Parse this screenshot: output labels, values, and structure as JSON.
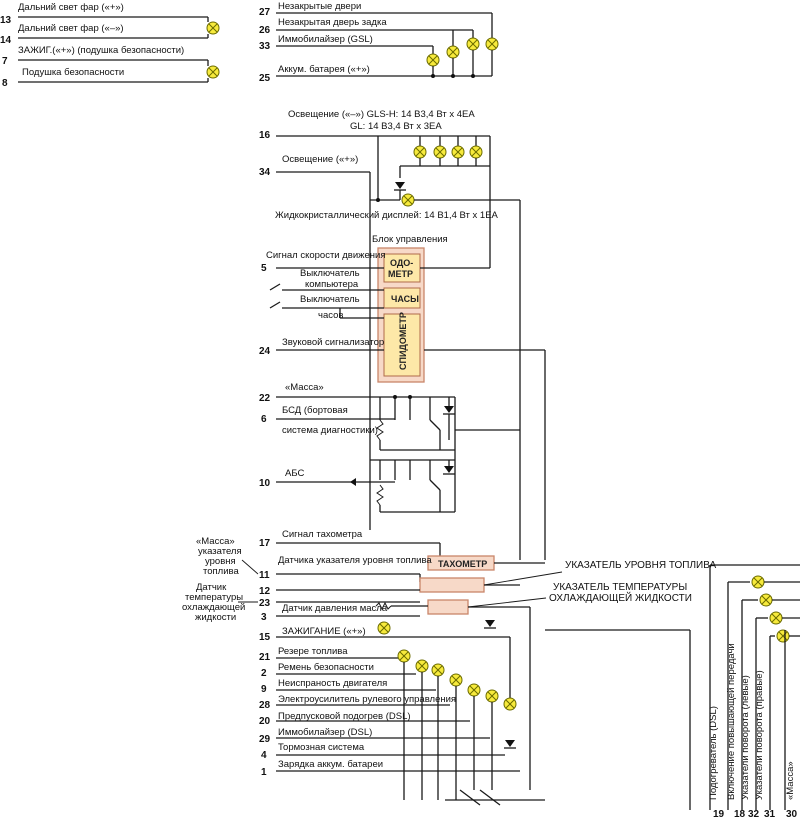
{
  "labels": {
    "l13": "Дальний свет фар («+»)",
    "l14": "Дальний свет фар («–»)",
    "l7": "ЗАЖИГ.(«+») (подушка безопасности)",
    "l8": "Подушка безопасности",
    "l27": "Незакрытые двери",
    "l26": "Незакрытая дверь задка",
    "l33": "Иммобилайзер (GSL)",
    "l25": "Аккум. батарея («+»)",
    "osv1": "Освещение («–») GLS-H: 14 В3,4 Вт х 4ЕА",
    "osv2": "GL: 14 В3,4 Вт х 3ЕА",
    "l34": "Освещение («+»)",
    "lcd": "Жидкокристаллический дисплей: 14 В1,4 Вт х 1ЕА",
    "unit": "Блок управления",
    "l5": "Сигнал скорости движения",
    "sw1a": "Выключатель",
    "sw1b": "компьютера",
    "sw2a": "Выключатель",
    "sw2b": "часов",
    "l24": "Звуковой сигнализатор",
    "l22": "«Масса»",
    "l6a": "БСД (бортовая",
    "l6b": "система диагностики)",
    "l10": "АБС",
    "l17": "Сигнал тахометра",
    "l11": "Датчика указателя уровня топлива",
    "l23": "Датчик давления масла",
    "l15": "ЗАЖИГАНИЕ («+»)",
    "l21": "Резере топлива",
    "l2": "Ремень безопасности",
    "l9": "Неиспраность двигателя",
    "l28": "Электроусилитель рулевого управления",
    "l20": "Предпусковой подогрев (DSL)",
    "l29": "Иммобилайзер (DSL)",
    "l4": "Тормозная система",
    "l1": "Зарядка аккум. батареи",
    "massa1": "«Масса»",
    "massa2": "указателя",
    "massa3": "уровня",
    "massa4": "топлива",
    "dat1": "Датчик",
    "dat2": "температуры",
    "dat3": "охлаждающей",
    "dat4": "жидкости",
    "fuel_gauge": "УКАЗАТЕЛЬ УРОВНЯ ТОПЛИВА",
    "temp_gauge1": "УКАЗАТЕЛЬ ТЕМПЕРАТУРЫ",
    "temp_gauge2": "ОХЛАЖДАЮЩЕЙ ЖИДКОСТИ",
    "v19": "Подогреватель (DSL)",
    "v18": "Включение повышающей передачи",
    "v32": "Указатели поворота (левые)",
    "v31": "Указатели поворота (правые)",
    "v30": "«Масса»"
  },
  "pins": {
    "p13": "13",
    "p14": "14",
    "p7": "7",
    "p8": "8",
    "p27": "27",
    "p26": "26",
    "p33": "33",
    "p25": "25",
    "p16": "16",
    "p34": "34",
    "p5": "5",
    "p24": "24",
    "p22": "22",
    "p6": "6",
    "p10": "10",
    "p17": "17",
    "p11": "11",
    "p12": "12",
    "p23": "23",
    "p3": "3",
    "p15": "15",
    "p21": "21",
    "p2": "2",
    "p9": "9",
    "p28": "28",
    "p20": "20",
    "p29": "29",
    "p4": "4",
    "p1": "1",
    "b19": "19",
    "b18": "18",
    "b32": "32",
    "b31": "31",
    "b30": "30"
  },
  "blocks": {
    "odometer": "ОДО-МЕТР",
    "clock": "ЧАСЫ",
    "speedometer": "СПИДОМЕТР",
    "tachometer": "ТАХОМЕТР"
  },
  "colors": {
    "lamp": "#f7ea3c",
    "box_fill": "#f7d9c8",
    "box_stroke": "#c9866a",
    "wire": "#1a1a1a"
  }
}
